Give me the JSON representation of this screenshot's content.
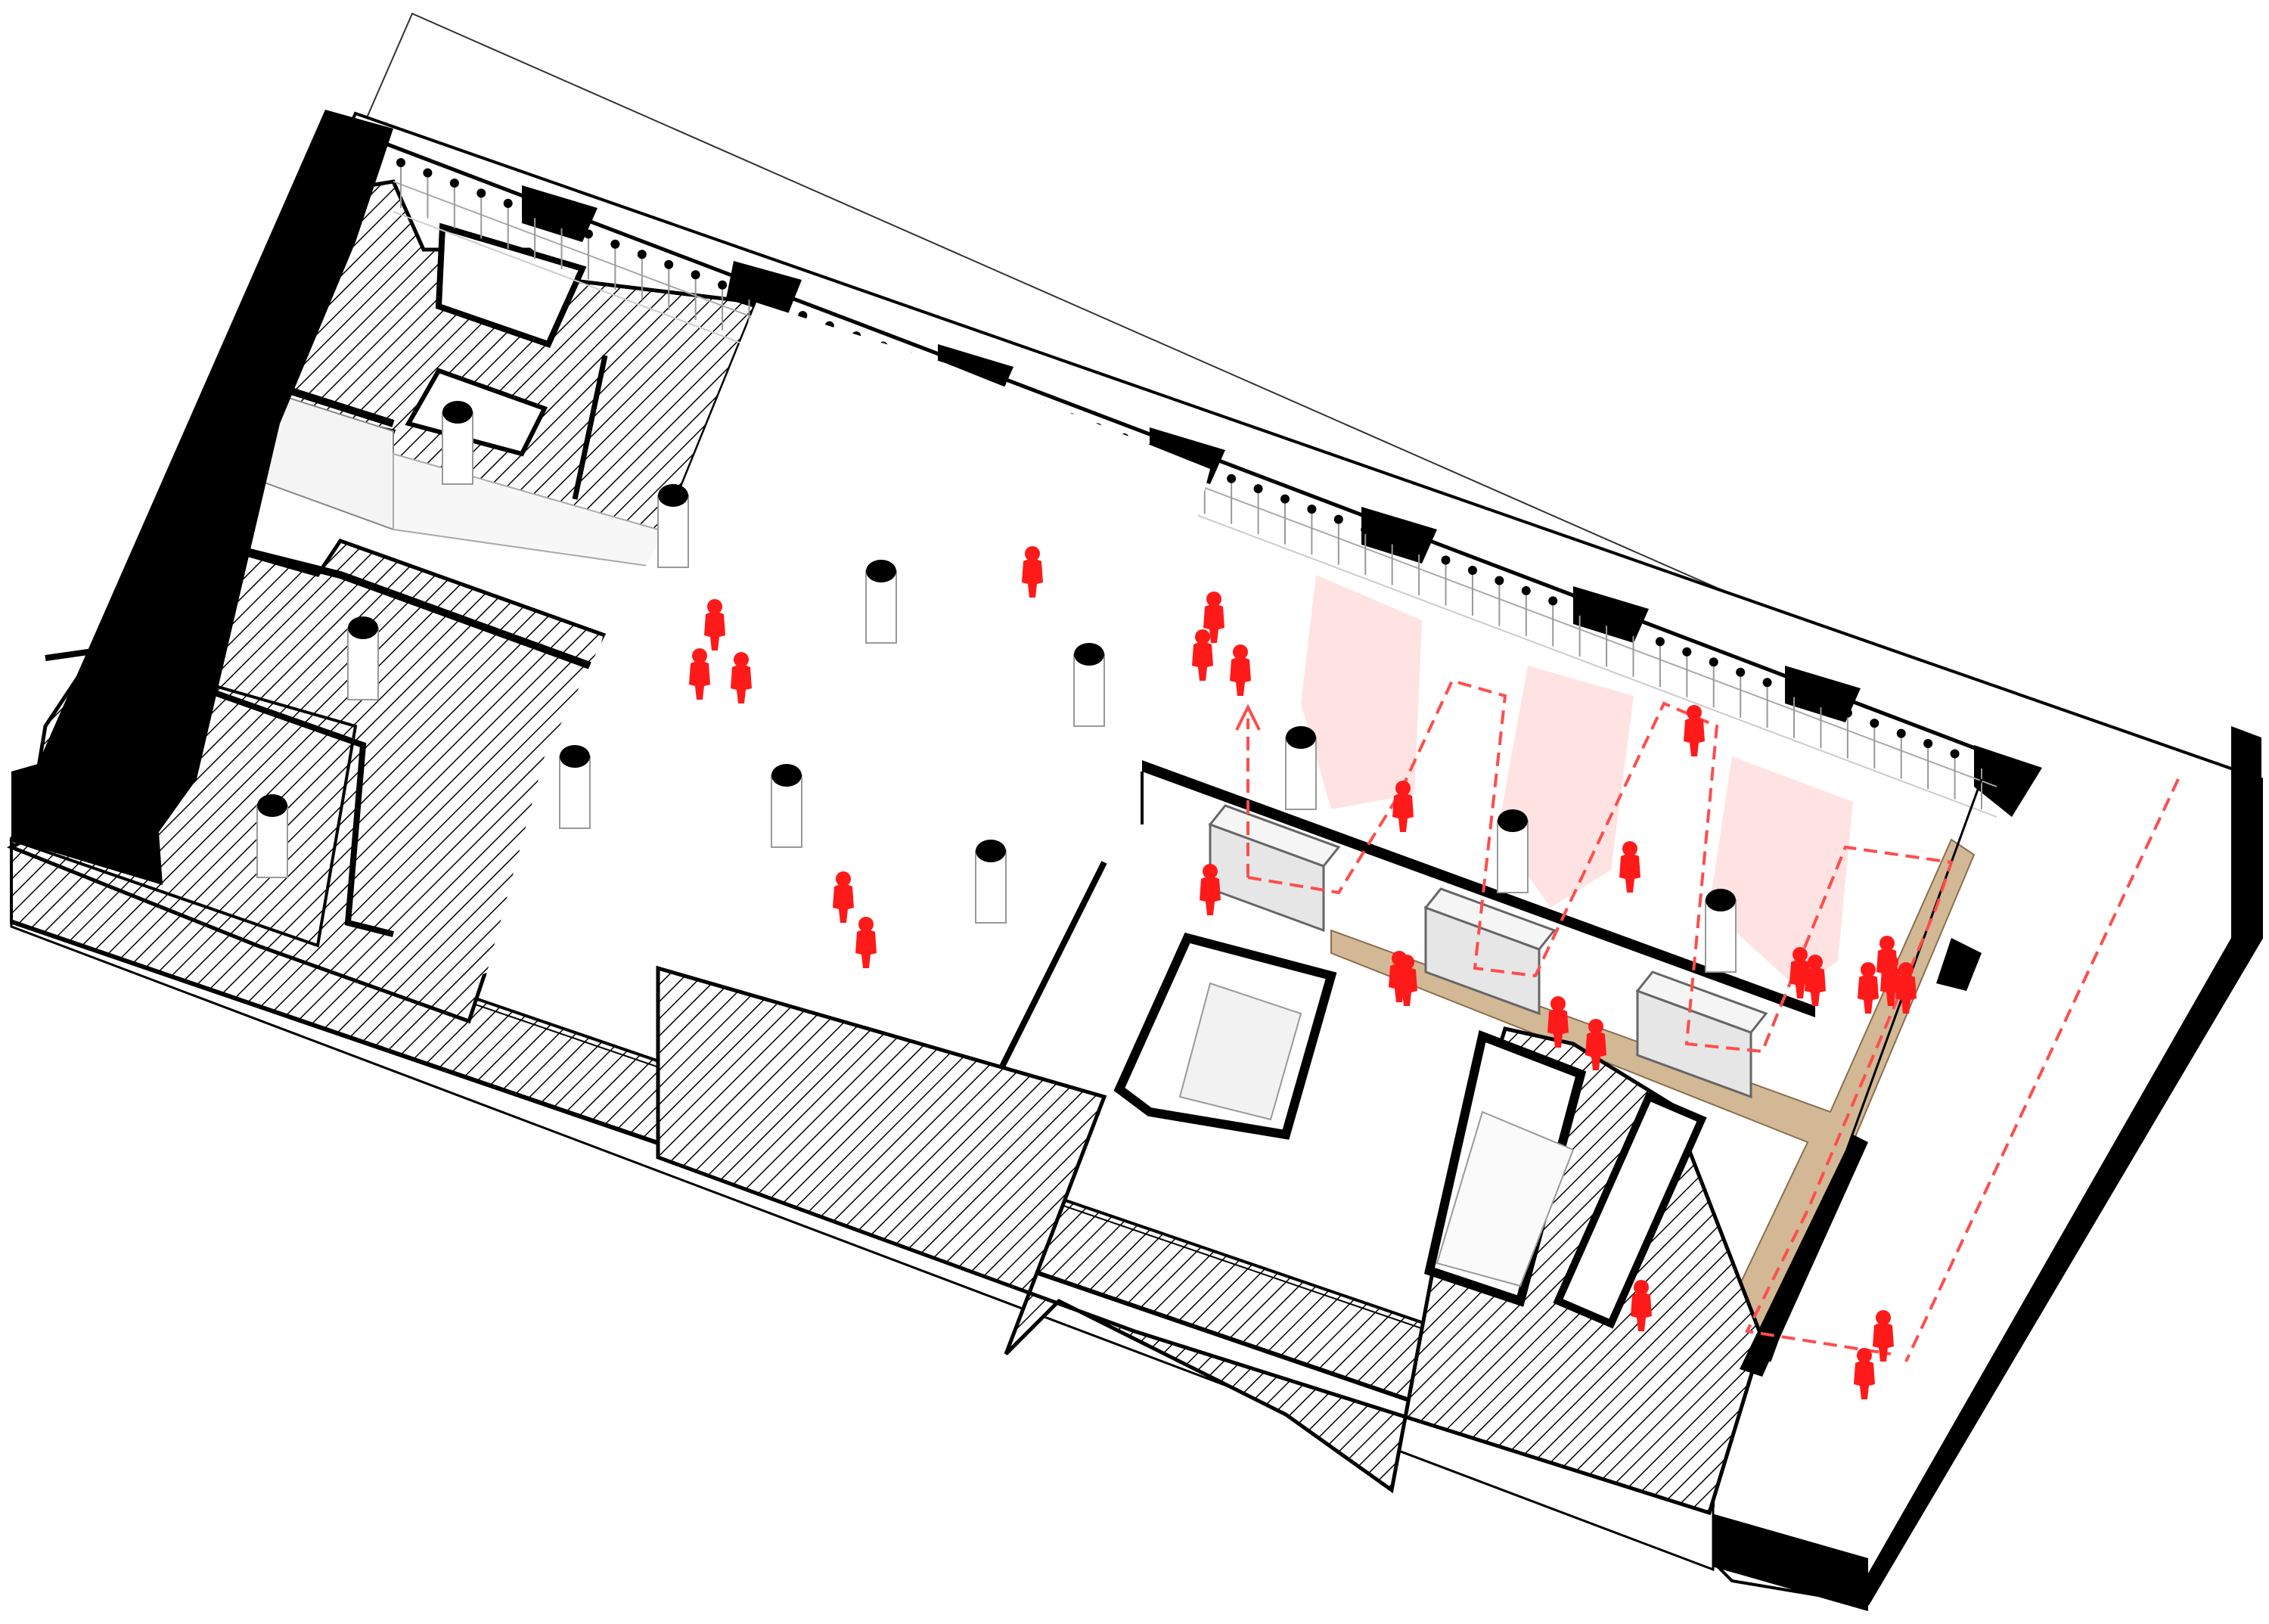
{
  "diagram": {
    "kind": "axonometric-floor-plan",
    "labels": [],
    "colors": {
      "background": "#ffffff",
      "wall": "#000000",
      "line": "#222222",
      "hatch": "#000000",
      "people": "#ff1a1a",
      "circulation_path": "#ff4d4d",
      "fitting_zone": "#ffe3e3",
      "counter": "#d3b896",
      "glass": "#e6e6e6",
      "column_top": "#000000",
      "column_shaft": "#ffffff"
    },
    "icons": [
      "person-figure-icon",
      "column-icon",
      "path-arrow-icon"
    ],
    "counts": {
      "people_figures": 26,
      "columns": 12,
      "display_cases": 3,
      "fitting_zones": 3,
      "path_arrows": 1
    }
  }
}
